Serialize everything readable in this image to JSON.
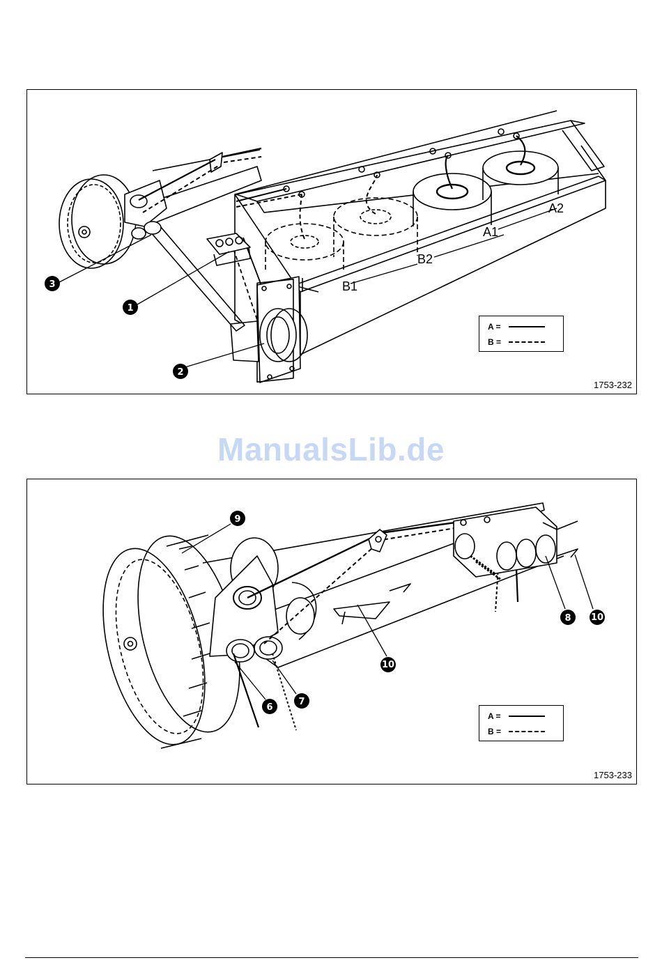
{
  "figures": [
    {
      "code": "1753-232",
      "legend": {
        "a_label": "A =",
        "b_label": "B ="
      },
      "callouts": [
        "1",
        "2",
        "3"
      ],
      "labels": {
        "a1": "A1",
        "a2": "A2",
        "b1": "B1",
        "b2": "B2"
      }
    },
    {
      "code": "1753-233",
      "legend": {
        "a_label": "A =",
        "b_label": "B ="
      },
      "callouts": [
        "6",
        "7",
        "8",
        "9",
        "10",
        "10"
      ]
    }
  ],
  "watermark": "ManualsLib.de"
}
